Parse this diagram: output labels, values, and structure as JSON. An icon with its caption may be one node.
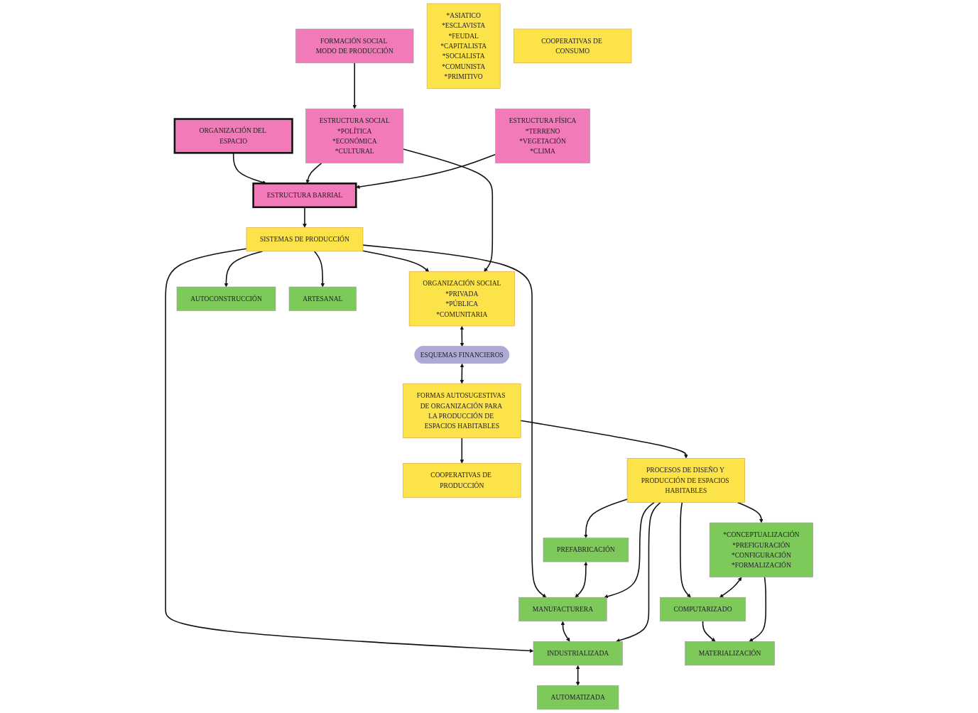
{
  "diagram": {
    "nodes": [
      {
        "text": [
          "ORGANIZACIÓN DEL ESPACIO"
        ]
      },
      {
        "text": [
          "FORMACIÓN SOCIAL MODO DE PRODUCCIÓN"
        ]
      },
      {
        "text": [
          "*ASIATICO",
          "*ESCLAVISTA",
          "*FEUDAL",
          "*CAPITALISTA",
          "*SOCIALISTA",
          "*COMUNISTA",
          "*PRIMITIVO"
        ]
      },
      {
        "text": [
          "ESTRUCTURA SOCIAL",
          "*POLÍTICA",
          "*ECONÓMICA",
          "*CULTURAL"
        ]
      },
      {
        "text": [
          "ORGANIZACIÓN SOCIAL",
          "*PRIVADA",
          "*PÚBLICA",
          "*COMUNITARIA"
        ]
      },
      {
        "text": [
          "ESTRUCTURA BARRIAL"
        ]
      },
      {
        "text": [
          "ESTRUCTURA FÍSICA",
          "*TERRENO",
          "*VEGETACIÓN",
          "*CLIMA"
        ]
      },
      {
        "text": [
          "SISTEMAS DE PRODUCCIÓN"
        ]
      },
      {
        "text": [
          "ESQUEMAS FINANCIEROS"
        ]
      },
      {
        "text": [
          "AUTOCONSTRUCCIÓN"
        ]
      },
      {
        "text": [
          "ARTESANAL"
        ]
      },
      {
        "text": [
          "PREFABRICACIÓN"
        ]
      },
      {
        "text": [
          "MANUFACTURERA"
        ]
      },
      {
        "text": [
          "INDUSTRIALIZADA"
        ]
      },
      {
        "text": [
          "AUTOMATIZADA"
        ]
      },
      {
        "text": [
          "FORMAS AUTOSUGESTIVAS DE ORGANIZACIÓN PARA LA PRODUCCIÓN DE ESPACIOS HABITABLES"
        ]
      },
      {
        "text": [
          "PROCESOS DE DISEÑO Y PRODUCCIÓN DE ESPACIOS HABITABLES"
        ]
      },
      {
        "text": [
          "COMPUTARIZADO"
        ]
      },
      {
        "text": [
          "COOPERATIVAS DE PRODUCCIÓN"
        ]
      },
      {
        "text": [
          "COOPERATIVAS DE CONSUMO"
        ]
      },
      {
        "text": [
          "*CONCEPTUALIZACIÓN",
          "*PREFIGURACIÓN",
          "*CONFIGURACIÓN",
          "*FORMALIZACIÓN"
        ]
      },
      {
        "text": [
          "MATERIALIZACIÓN"
        ]
      }
    ],
    "edges": [
      {
        "from": 0,
        "to": 5,
        "arrow": "to"
      },
      {
        "from": 1,
        "to": 3,
        "arrow": "to"
      },
      {
        "from": 3,
        "to": 5,
        "arrow": "to"
      },
      {
        "from": 6,
        "to": 5,
        "arrow": "to"
      },
      {
        "from": 5,
        "to": 7,
        "arrow": "to"
      },
      {
        "from": 7,
        "to": 4,
        "arrow": "to"
      },
      {
        "from": 3,
        "to": 4,
        "arrow": "to"
      },
      {
        "from": 4,
        "to": 8,
        "arrow": "both"
      },
      {
        "from": 8,
        "to": 15,
        "arrow": "both"
      },
      {
        "from": 7,
        "to": 9,
        "arrow": "to"
      },
      {
        "from": 7,
        "to": 10,
        "arrow": "to"
      },
      {
        "from": 7,
        "to": 12,
        "arrow": "to"
      },
      {
        "from": 7,
        "to": 13,
        "arrow": "to"
      },
      {
        "from": 11,
        "to": 12,
        "arrow": "both"
      },
      {
        "from": 12,
        "to": 13,
        "arrow": "both"
      },
      {
        "from": 13,
        "to": 14,
        "arrow": "both"
      },
      {
        "from": 16,
        "to": 11,
        "arrow": "to"
      },
      {
        "from": 16,
        "to": 12,
        "arrow": "to"
      },
      {
        "from": 16,
        "to": 13,
        "arrow": "to"
      },
      {
        "from": 15,
        "to": 16,
        "arrow": "to"
      },
      {
        "from": 16,
        "to": 17,
        "arrow": "to"
      },
      {
        "from": 15,
        "to": 18,
        "arrow": "to"
      },
      {
        "from": 16,
        "to": 20,
        "arrow": "to"
      },
      {
        "from": 20,
        "to": 17,
        "arrow": "both"
      },
      {
        "from": 17,
        "to": 21,
        "arrow": "to"
      },
      {
        "from": 20,
        "to": 21,
        "arrow": "to"
      }
    ]
  }
}
